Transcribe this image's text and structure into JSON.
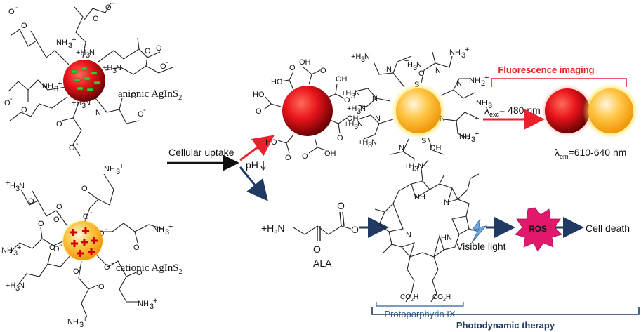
{
  "labels": {
    "anionic": "anionic AgInS",
    "anionic_sub": "2",
    "cationic": "cationic AgInS",
    "cationic_sub": "2",
    "cellular_uptake": "Cellular uptake",
    "ph": "pH",
    "fluorescence_imaging": "Fluorescence imaging",
    "lambda_exc_prefix": "λ",
    "lambda_exc_sub": "exc",
    "lambda_exc_value": "= 480 nm",
    "lambda_em_prefix": "λ",
    "lambda_em_sub": "em",
    "lambda_em_value": "=610-640 nm",
    "ala": "ALA",
    "visible_light": "Visible light",
    "ros": "ROS",
    "cell_death": "Cell death",
    "protoporphyrin": "Protoporphyrin IX",
    "photodynamic_therapy": "Photodynamic therapy",
    "ala_nh3": "+H",
    "ala_nh3_sub": "3",
    "ala_n": "N",
    "ala_o_minus": "O",
    "ala_o": "O",
    "ppix_nh": "NH",
    "ppix_hn": "HN",
    "ppix_n": "N",
    "ppix_co2h": "CO",
    "ppix_co2h_sub": "2",
    "ppix_h": "H"
  },
  "colors": {
    "red_arrow": "#e8212b",
    "navy_arrow": "#1f3b63",
    "fluorescence_text": "#e8212b",
    "protoporphyrin_text": "#2e5f9a",
    "ros_fill": "#e2186d",
    "anionic_marks": "#33cc33",
    "cationic_marks": "#cc0000"
  }
}
